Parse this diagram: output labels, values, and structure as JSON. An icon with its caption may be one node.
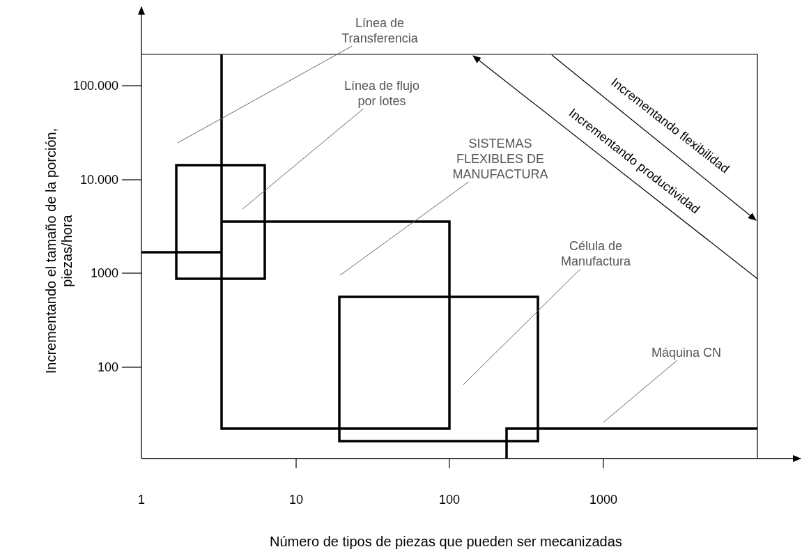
{
  "diagram": {
    "nodes": [
      {
        "text": [
          "Línea de Transferencia"
        ]
      },
      {
        "text": [
          "Línea de flujo por lotes"
        ]
      },
      {
        "text": [
          "SISTEMAS FLEXIBLES DE MANUFACTURA"
        ]
      },
      {
        "text": [
          "Célula de Manufactura"
        ]
      },
      {
        "text": [
          "Máquina CN"
        ]
      },
      {
        "text": [],
        "shape": "box"
      },
      {
        "text": [],
        "shape": "box"
      }
    ],
    "edges": [
      {
        "from": 0,
        "to": null,
        "arrow": "none"
      },
      {
        "from": 1,
        "to": 5,
        "arrow": "none"
      },
      {
        "from": 2,
        "to": null,
        "arrow": "none"
      },
      {
        "from": 3,
        "to": 6,
        "arrow": "none"
      },
      {
        "from": 4,
        "to": null,
        "arrow": "none"
      }
    ],
    "labels": [
      "100.000",
      "10.000",
      "1000",
      "100",
      "1",
      "10",
      "100",
      "1000",
      "Incrementando flexibilidad",
      "Incrementando productividad",
      "Incrementando el tamaño de la porción, piezas/hora",
      "Número de tipos de piezas que pueden ser mecanizadas"
    ]
  }
}
